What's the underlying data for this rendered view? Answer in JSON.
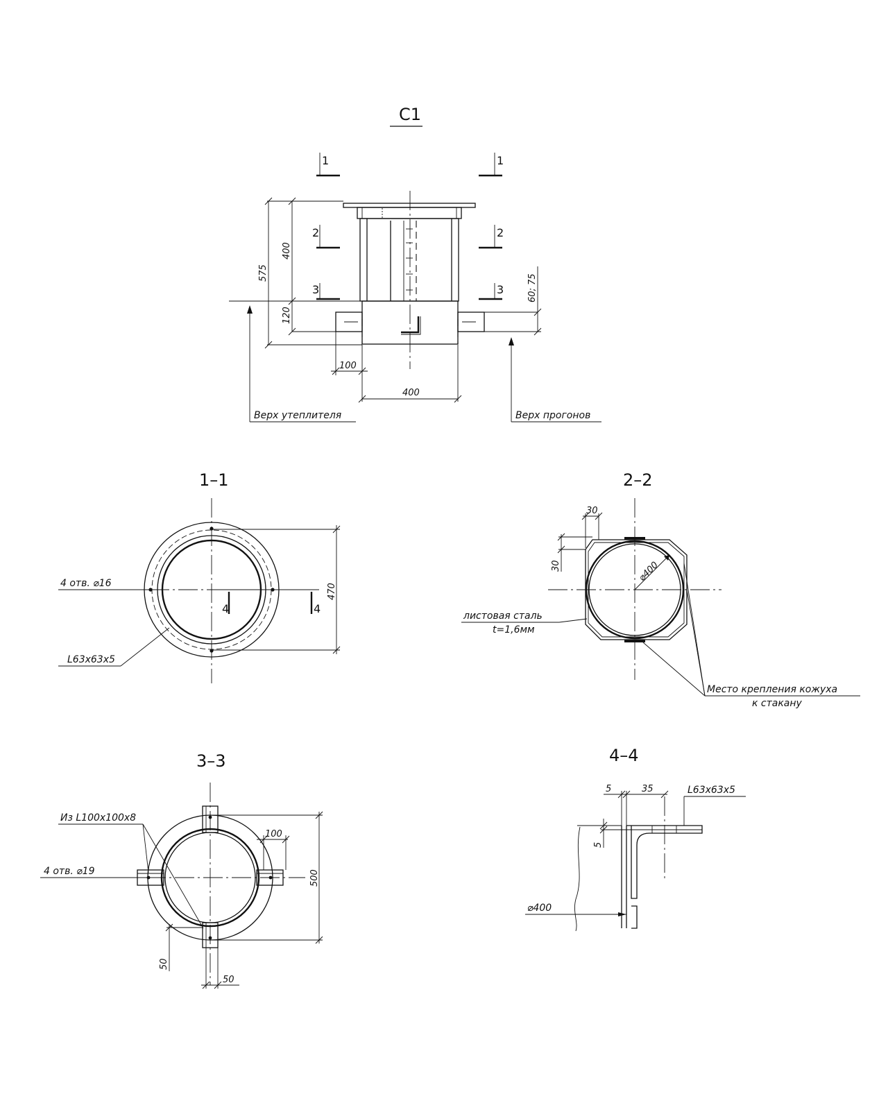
{
  "views": {
    "c1": {
      "title": "С1",
      "section_marks": [
        "1",
        "1",
        "2",
        "2",
        "3",
        "3"
      ],
      "dims": {
        "h575": "575",
        "h400": "400",
        "h120": "120",
        "h6075": "60; 75",
        "w100": "100",
        "w400": "400"
      },
      "labels": {
        "insulation_top": "Верх утеплителя",
        "purlins_top": "Верх прогонов"
      }
    },
    "s11": {
      "title": "1–1",
      "dims": {
        "d470": "470"
      },
      "labels": {
        "holes": "4 отв. ⌀16",
        "angle": "L63х63х5",
        "mark_left": "4",
        "mark_right": "4"
      }
    },
    "s22": {
      "title": "2–2",
      "dims": {
        "d30a": "30",
        "d30b": "30",
        "diam": "⌀400"
      },
      "labels": {
        "sheet": "листовая сталь",
        "thickness": "t=1,6мм",
        "attach1": "Место крепления кожуха",
        "attach2": "к стакану"
      }
    },
    "s33": {
      "title": "3–3",
      "dims": {
        "d100": "100",
        "d500": "500",
        "d50v": "50",
        "d50h": "50"
      },
      "labels": {
        "from_angle": "Из L100х100х8",
        "holes": "4 отв. ⌀19"
      }
    },
    "s44": {
      "title": "4–4",
      "dims": {
        "d5a": "5",
        "d35": "35",
        "d5b": "5",
        "diam": "⌀400"
      },
      "labels": {
        "angle": "L63х63х5"
      }
    }
  }
}
